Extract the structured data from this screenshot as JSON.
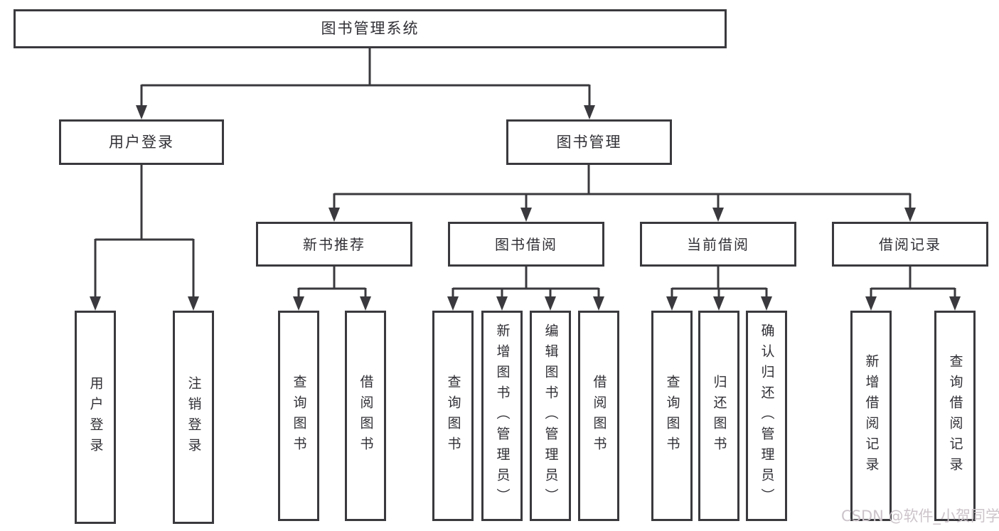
{
  "diagram": {
    "root": {
      "label": "图书管理系统"
    },
    "branches": [
      {
        "label": "用户登录",
        "children": [
          {
            "label": "用户登录"
          },
          {
            "label": "注销登录"
          }
        ]
      },
      {
        "label": "图书管理",
        "children": [
          {
            "label": "新书推荐",
            "children": [
              {
                "label": "查询图书"
              },
              {
                "label": "借阅图书"
              }
            ]
          },
          {
            "label": "图书借阅",
            "children": [
              {
                "label": "查询图书"
              },
              {
                "label": "新增图书（管理员）"
              },
              {
                "label": "编辑图书（管理员）"
              },
              {
                "label": "借阅图书"
              }
            ]
          },
          {
            "label": "当前借阅",
            "children": [
              {
                "label": "查询图书"
              },
              {
                "label": "归还图书"
              },
              {
                "label": "确认归还（管理员）"
              }
            ]
          },
          {
            "label": "借阅记录",
            "children": [
              {
                "label": "新增借阅记录"
              },
              {
                "label": "查询借阅记录"
              }
            ]
          }
        ]
      }
    ]
  },
  "watermark": {
    "text": "CSDN @软件_小贺同学"
  },
  "colors": {
    "line": "#3a3a3e",
    "text": "#303036",
    "box_background": "#ffffff",
    "page_background": "#ffffff",
    "watermark": "#ccc4ca"
  }
}
